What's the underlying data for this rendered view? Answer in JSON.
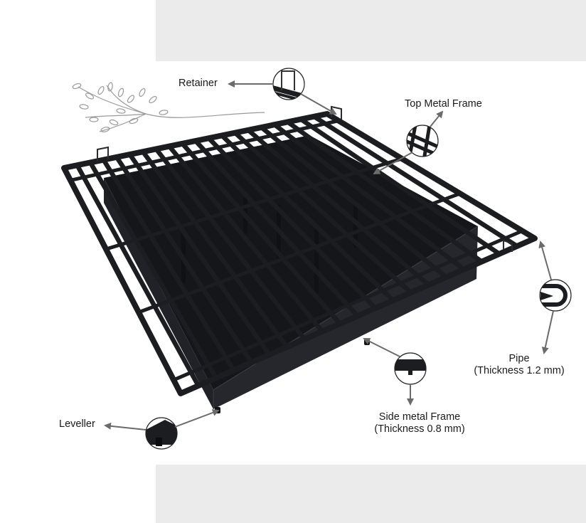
{
  "labels": {
    "retainer": "Retainer",
    "top_frame": "Top Metal Frame",
    "pipe_line1": "Pipe",
    "pipe_line2": "(Thickness 1.2 mm)",
    "side_frame_line1": "Side metal Frame",
    "side_frame_line2": "(Thickness 0.8 mm)",
    "leveller": "Leveller"
  },
  "colors": {
    "frame": "#1c1d20",
    "frame_edge": "#3a3c42",
    "arrow": "#6b6b6b",
    "band": "#ebebeb",
    "sketch": "#9a9a9a"
  },
  "icons": {
    "sketch": "branch-sketch-icon"
  }
}
